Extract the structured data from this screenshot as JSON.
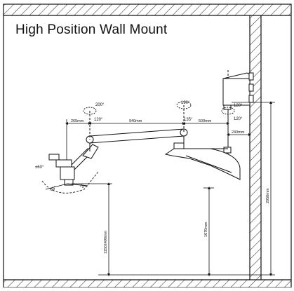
{
  "title": "High Position Wall Mount",
  "dimensions": {
    "arm_offset": "265mm",
    "arm_length": "940mm",
    "mount_offset": "500mm",
    "mount_depth": "240mm",
    "optics_height": "1150±400mm",
    "arm_height": "1670mm",
    "mount_height": "2050mm"
  },
  "angles": {
    "joint1_rotation": "200°",
    "joint1_limit": "120°",
    "joint2_rotation": "190°",
    "joint2_limit": "135°",
    "mount_upper": "120°",
    "mount_lower": "120°",
    "head_tilt": "±60°",
    "head_swing_a": "45°",
    "head_swing_b": "75°"
  },
  "colors": {
    "line": "#111111",
    "background": "#ffffff",
    "hatch": "#333333"
  }
}
